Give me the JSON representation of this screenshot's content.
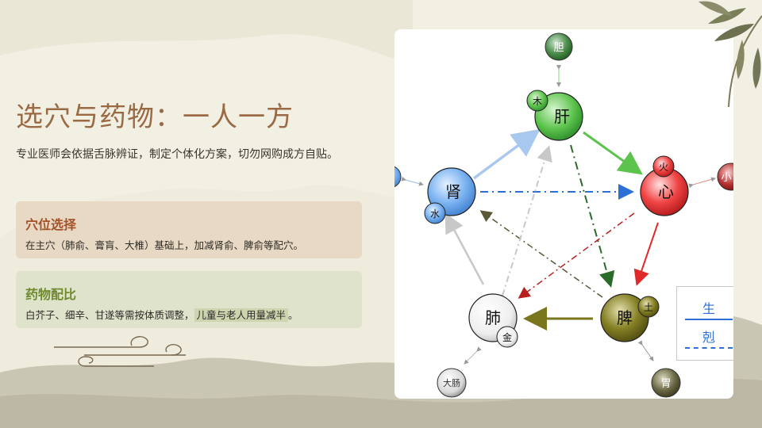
{
  "slide": {
    "title": "选穴与药物：一人一方",
    "subtitle": "专业医师会依据舌脉辨证，制定个体化方案，切勿网购成方自贴。"
  },
  "cards": [
    {
      "heading": "穴位选择",
      "body": "在主穴（肺俞、膏肓、大椎）基础上，加减肾俞、脾俞等配穴。"
    },
    {
      "heading": "药物配比",
      "body_before": "白芥子、细辛、甘遂等需按体质调整，",
      "body_highlight": "儿童与老人用量减半",
      "body_after": "。"
    }
  ],
  "diagram": {
    "nodes": {
      "gan": "肝",
      "xin": "心",
      "pi": "脾",
      "fei": "肺",
      "shen": "肾"
    },
    "elements": {
      "mu": "木",
      "huo": "火",
      "tu": "土",
      "jin": "金",
      "shui": "水"
    },
    "paired": {
      "dan": "胆",
      "xiaochang": "小",
      "wei": "胃",
      "dachang": "大肠"
    },
    "legend": {
      "sheng": "生",
      "ke": "剋"
    }
  },
  "colors": {
    "title": "#9a6a44",
    "gan": "#3aa83a",
    "xin": "#e02a2a",
    "pi": "#6e6a1e",
    "fei": "#e8e8e8",
    "shen": "#5a9ae8"
  }
}
